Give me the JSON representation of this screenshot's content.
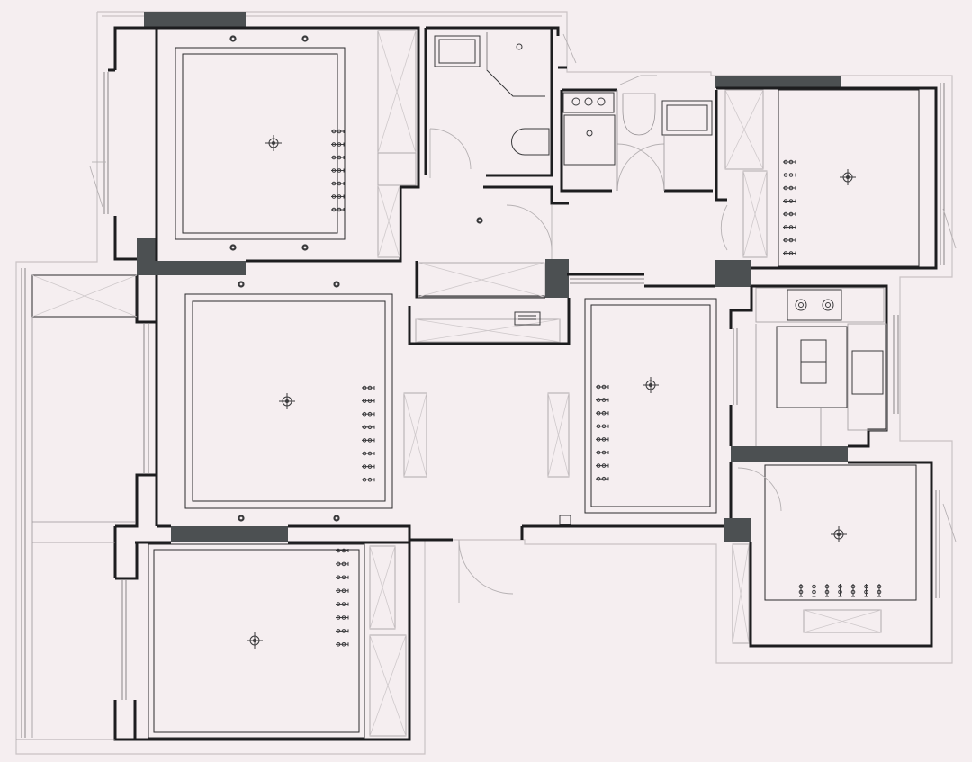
{
  "plan": {
    "palette": {
      "background": "#f5eef0",
      "wall": "#1d1d1f",
      "structural_column": "#4c5052",
      "outer_outline": "#c9c2c4",
      "door_swing": "#b6b1b3"
    },
    "rooms": [
      {
        "id": "bedroom-northwest",
        "ceiling_lights": 4,
        "linear_light_rows": 7
      },
      {
        "id": "bathroom-north",
        "fixtures": [
          "washbasin",
          "shower",
          "toilet"
        ]
      },
      {
        "id": "bathroom-center",
        "fixtures": [
          "washbasin",
          "shower",
          "toilet",
          "vanity"
        ]
      },
      {
        "id": "bedroom-northeast",
        "linear_light_rows": 8
      },
      {
        "id": "living-room",
        "ceiling_lights": 4,
        "linear_light_rows": 8
      },
      {
        "id": "dining-room",
        "linear_light_rows": 8
      },
      {
        "id": "kitchen",
        "fixtures": [
          "cooktop",
          "island",
          "sink"
        ]
      },
      {
        "id": "bedroom-southwest",
        "linear_light_rows": 8
      },
      {
        "id": "bedroom-southeast",
        "linear_light_rows": 7
      },
      {
        "id": "balcony-west"
      }
    ],
    "icons": [
      "spotlight-icon",
      "linear-light-icon",
      "door-swing-icon",
      "electrical-panel-icon"
    ]
  }
}
